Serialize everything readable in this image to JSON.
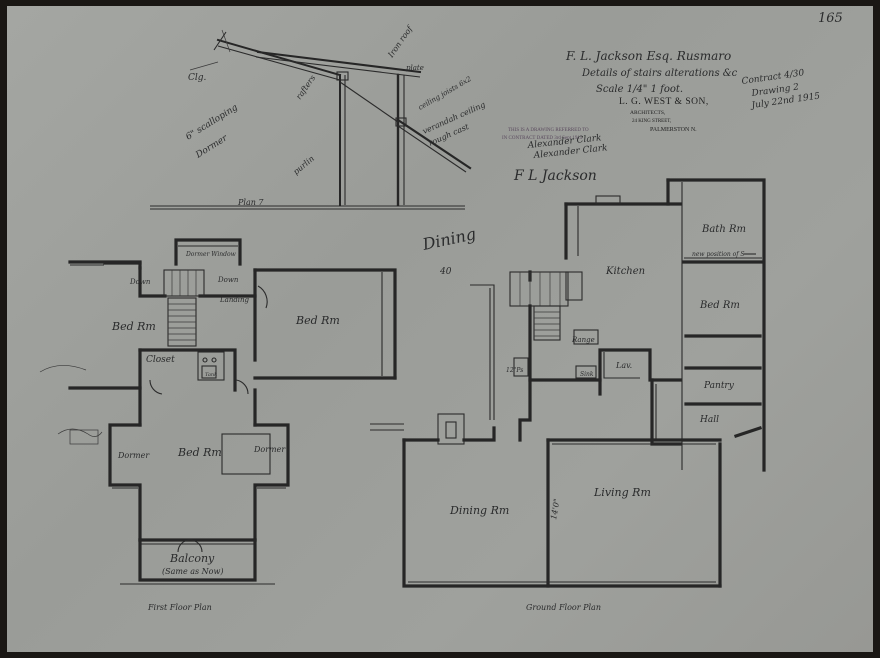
{
  "sheet_number": "165",
  "title_block": {
    "client_line": "F. L. Jackson Esq. Rusmaro",
    "subject_line": "Details of stairs alterations &c",
    "scale_line": "Scale 1/4\" 1 foot.",
    "firm_name": "L. G. WEST & SON,",
    "firm_role": "ARCHITECTS,",
    "firm_street": "24 KING STREET,",
    "firm_city": "PALMERSTON N.",
    "contract_line": "Contract 4/30",
    "drawing_no": "Drawing 2",
    "date_line": "July 22nd 1915"
  },
  "stamp": {
    "line1": "THIS IS A DRAWING REFERRED TO",
    "line2": "IN CONTRACT DATED 3rd Sept 1915",
    "sign1": "Alexander Clark",
    "sign2": "Alexander Clark"
  },
  "signature": "F L Jackson",
  "detail": {
    "label": "Plan 7",
    "notes": [
      "Clg.",
      "6\" scalloping",
      "Dormer",
      "Iron roof",
      "rafters",
      "plate",
      "ceiling joists 6x2",
      "purlin",
      "verandah ceiling",
      "rough cast"
    ]
  },
  "first_floor": {
    "caption": "First Floor Plan",
    "rooms": {
      "bed_left": "Bed Rm",
      "bed_right": "Bed Rm",
      "bed_main": "Bed Rm",
      "closet": "Closet",
      "balcony": "Balcony",
      "balcony_note": "(Same as Now)",
      "dormer_left": "Dormer",
      "dormer_right": "Dormer",
      "down_left": "Down",
      "down_right": "Down",
      "landing": "Landing",
      "dormer_window": "Dormer Window",
      "tank": "Tank"
    }
  },
  "ground_floor": {
    "caption": "Ground Floor Plan",
    "rooms": {
      "kitchen": "Kitchen",
      "bathroom": "Bath Rm",
      "bedroom": "Bed Rm",
      "pantry": "Pantry",
      "hall": "Hall",
      "living": "Living Rm",
      "dining": "Dining Rm",
      "range": "Range",
      "sink": "Sink",
      "lav": "Lav.",
      "new_position": "new position of S",
      "width_note": "14'0\"",
      "step_note": "12\"Ps"
    }
  },
  "margin_notes": {
    "pencil_mid": "Dining",
    "pencil_num": "40"
  }
}
